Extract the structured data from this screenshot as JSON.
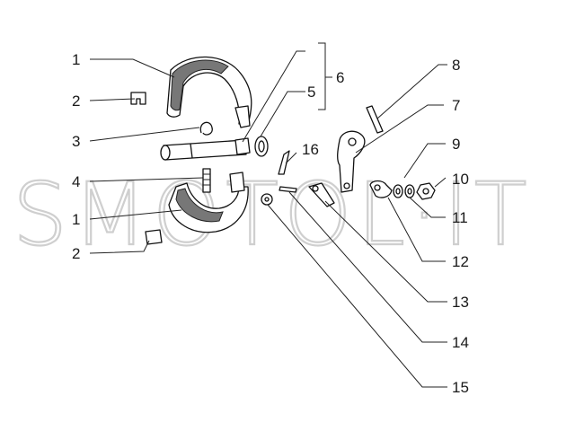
{
  "watermark": {
    "text": "SMOTOL·IT"
  },
  "callouts": {
    "c1a": "1",
    "c2a": "2",
    "c3": "3",
    "c4": "4",
    "c1b": "1",
    "c2b": "2",
    "c6": "6",
    "c5": "5",
    "c8": "8",
    "c7": "7",
    "c16": "16",
    "c9": "9",
    "c10": "10",
    "c11": "11",
    "c12": "12",
    "c13": "13",
    "c14": "14",
    "c15": "15"
  }
}
